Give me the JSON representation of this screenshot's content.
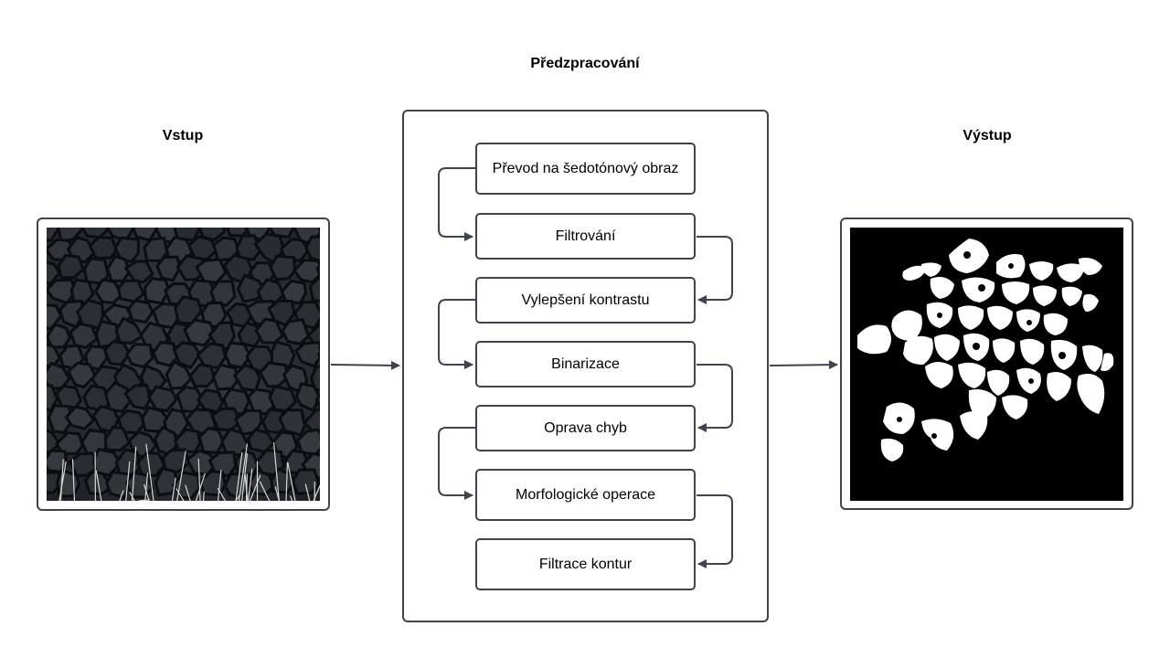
{
  "headings": {
    "input": "Vstup",
    "preprocessing": "Předzpracování",
    "output": "Výstup"
  },
  "steps": [
    "Převod na šedotónový obraz",
    "Filtrování",
    "Vylepšení kontrastu",
    "Binarizace",
    "Oprava chyb",
    "Morfologické operace",
    "Filtrace kontur"
  ],
  "images": {
    "input": "textured-skin-photo",
    "output": "binary-segmentation-mask"
  },
  "colors": {
    "stroke": "#3d4450",
    "mask_background": "#000000",
    "mask_foreground": "#ffffff",
    "skin_dark": "#2b2e33",
    "skin_crease": "#0d0f12"
  }
}
